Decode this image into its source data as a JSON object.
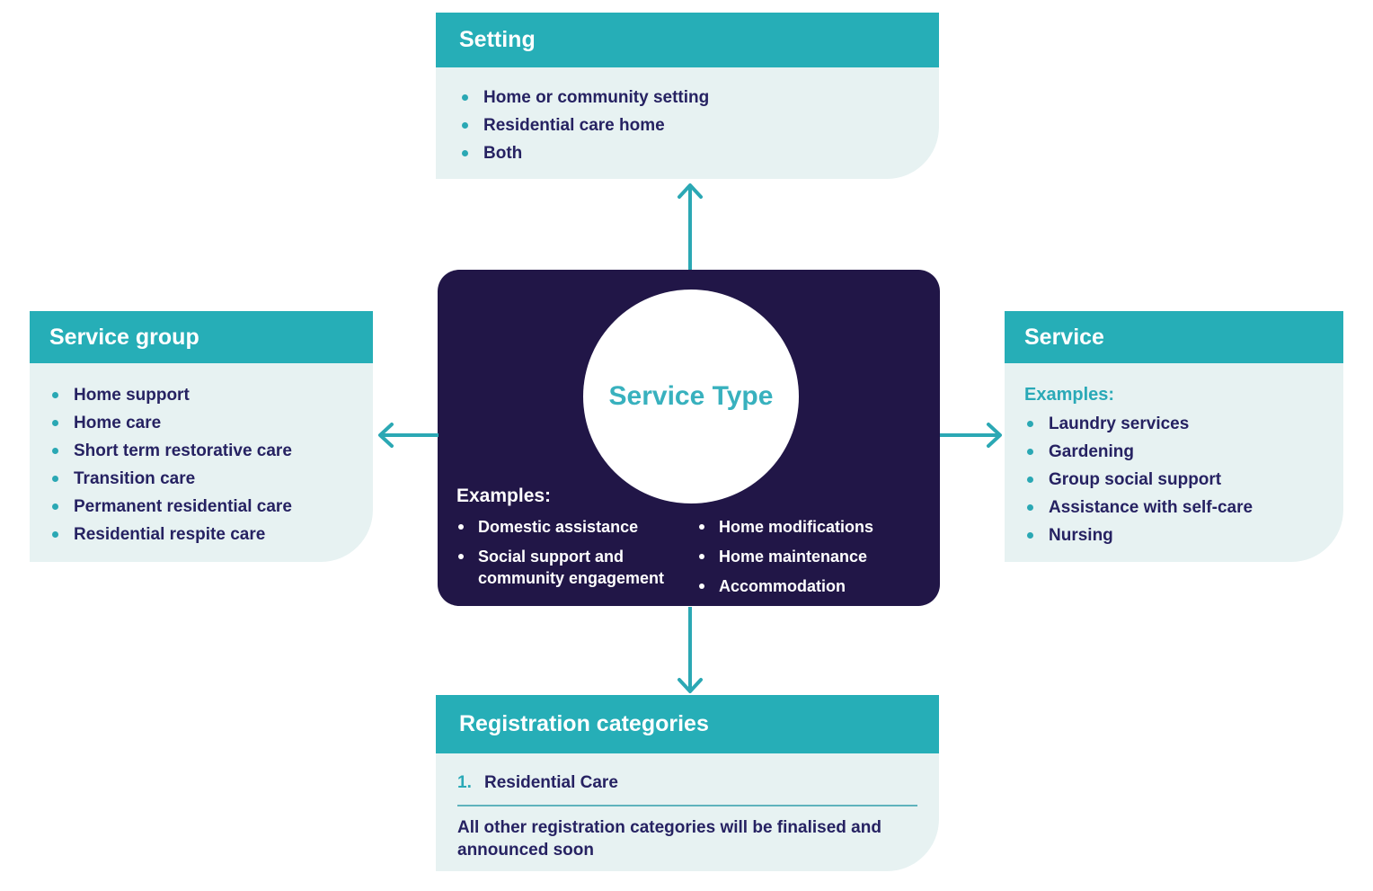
{
  "colors": {
    "header_teal": "#26aeb7",
    "body_light_teal": "#e7f2f2",
    "center_navy": "#211647",
    "text_navy": "#262262",
    "accent_teal": "#2aa9b7",
    "center_title_teal": "#38b1be",
    "white": "#ffffff"
  },
  "center": {
    "title": "Service Type",
    "examples_label": "Examples:",
    "examples_col1": [
      "Domestic assistance",
      "Social support and community engagement"
    ],
    "examples_col2": [
      "Home modifications",
      "Home maintenance",
      "Accommodation"
    ]
  },
  "setting": {
    "title": "Setting",
    "items": [
      "Home or community setting",
      "Residential care home",
      "Both"
    ]
  },
  "service_group": {
    "title": "Service group",
    "items": [
      "Home support",
      "Home care",
      "Short term restorative care",
      "Transition care",
      "Permanent residential care",
      "Residential respite care"
    ]
  },
  "service": {
    "title": "Service",
    "examples_label": "Examples:",
    "items": [
      "Laundry services",
      "Gardening",
      "Group social support",
      "Assistance with self-care",
      "Nursing"
    ]
  },
  "registration": {
    "title": "Registration categories",
    "item_number": "1.",
    "item_label": "Residential Care",
    "note": "All other registration categories will be finalised and announced soon"
  }
}
